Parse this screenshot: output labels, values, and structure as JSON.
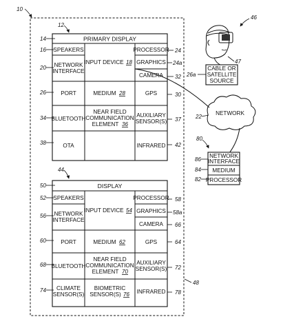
{
  "refs": {
    "system": "10",
    "device_top": "12",
    "primary_display": "14",
    "speakers_top": "16",
    "network_iface_top": "20",
    "port_top": "26",
    "bluetooth_top": "34",
    "ota_top": "38",
    "processor_top": "24",
    "graphics_top": "24a",
    "camera_top": "32",
    "gps_top": "30",
    "aux_top": "37",
    "infrared_top": "42",
    "vr_headset": "46",
    "headset_lens": "47",
    "cable_source": "26a",
    "network": "22",
    "server": "80",
    "server_iface": "86",
    "server_medium": "84",
    "server_processor": "82",
    "device_bottom": "44",
    "display_bottom": "50",
    "speakers_bot": "52",
    "network_iface_bot": "56",
    "port_bot": "60",
    "bluetooth_bot": "68",
    "climate_bot": "74",
    "processor_bot": "58",
    "graphics_bot": "58a",
    "camera_bot": "66",
    "gps_bot": "64",
    "aux_bot": "72",
    "infrared_bot": "78",
    "enclosure": "48"
  },
  "top_block": {
    "title": "PRIMARY DISPLAY",
    "speakers": "SPEAKERS",
    "network_l1": "NETWORK",
    "network_l2": "INTERFACE",
    "input": "INPUT DEVICE",
    "input_ref": "18",
    "processor": "PROCESSOR",
    "graphics": "GRAPHICS",
    "camera": "CAMERA",
    "port": "PORT",
    "medium": "MEDIUM",
    "medium_ref": "28",
    "gps": "GPS",
    "bluetooth": "BLUETOOTH",
    "nfc_l1": "NEAR FIELD",
    "nfc_l2": "COMMUNICATION",
    "nfc_l3": "ELEMENT",
    "nfc_ref": "36",
    "aux_l1": "AUXILIARY",
    "aux_l2": "SENSOR(S)",
    "ota": "OTA",
    "infrared": "INFRARED"
  },
  "bottom_block": {
    "title": "DISPLAY",
    "speakers": "SPEAKERS",
    "network_l1": "NETWORK",
    "network_l2": "INTERFACE",
    "input": "INPUT DEVICE",
    "input_ref": "54",
    "processor": "PROCESSOR",
    "graphics": "GRAPHICS",
    "camera": "CAMERA",
    "port": "PORT",
    "medium": "MEDIUM",
    "medium_ref": "62",
    "gps": "GPS",
    "bluetooth": "BLUETOOTH",
    "nfc_l1": "NEAR FIELD",
    "nfc_l2": "COMMUNICATION",
    "nfc_l3": "ELEMENT",
    "nfc_ref": "70",
    "aux_l1": "AUXILIARY",
    "aux_l2": "SENSOR(S)",
    "climate_l1": "CLIMATE",
    "climate_l2": "SENSOR(S)",
    "bio_l1": "BIOMETRIC",
    "bio_l2": "SENSOR(S)",
    "bio_ref": "76",
    "infrared": "INFRARED"
  },
  "cable": {
    "l1": "CABLE OR",
    "l2": "SATELLITE",
    "l3": "SOURCE"
  },
  "network": {
    "label": "NETWORK"
  },
  "server": {
    "iface_l1": "NETWORK",
    "iface_l2": "INTERFACE",
    "medium": "MEDIUM",
    "processor": "PROCESSOR"
  }
}
